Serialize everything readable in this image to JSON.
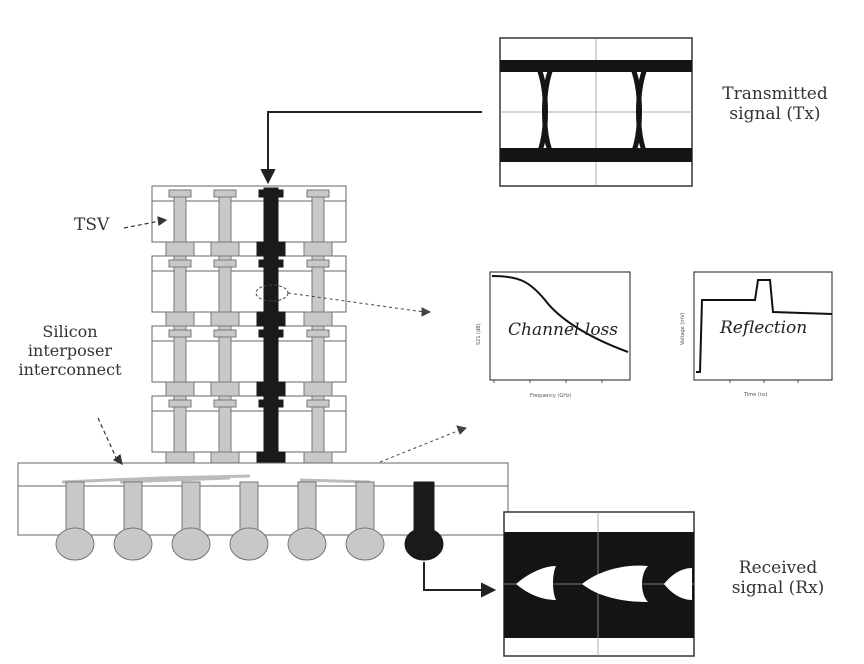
{
  "labels": {
    "tx_line1": "Transmitted",
    "tx_line2": "signal (Tx)",
    "rx_line1": "Received",
    "rx_line2": "signal (Rx)",
    "tsv": "TSV",
    "si_line1": "Silicon",
    "si_line2": "interposer",
    "si_line3": "interconnect"
  },
  "plots": {
    "channel_loss": {
      "title": "Channel loss",
      "xlabel": "Frequency (GHz)",
      "ylabel": "S21 (dB)"
    },
    "reflection": {
      "title": "Reflection",
      "xlabel": "Time (ns)",
      "ylabel": "Voltage (mV)"
    }
  },
  "colors": {
    "highlight_path": "#1a1a1a",
    "tsv_fill": "#c8c8c8",
    "outline": "#555555",
    "eye_ink": "#141414"
  }
}
